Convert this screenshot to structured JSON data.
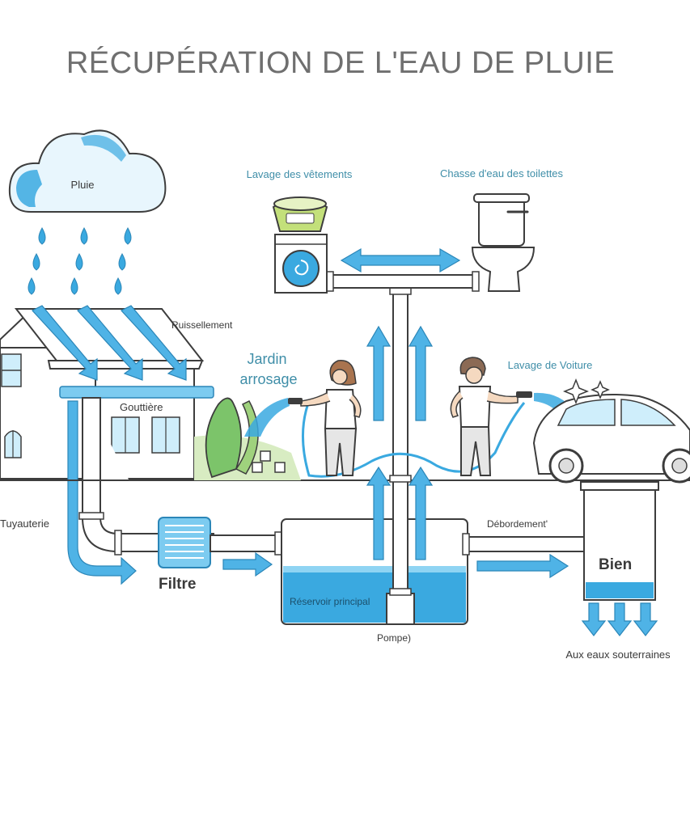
{
  "title": "RÉCUPÉRATION DE L'EAU DE PLUIE",
  "labels": {
    "pluie": "Pluie",
    "lavage_vetements": "Lavage des vêtements",
    "chasse_eau": "Chasse d'eau des toilettes",
    "ruissellement": "Ruissellement",
    "jardin_1": "Jardin",
    "jardin_2": "arrosage",
    "lavage_voiture": "Lavage de Voiture",
    "gouttiere": "Gouttière",
    "tuyauterie": "Tuyauterie",
    "filtre": "Filtre",
    "reservoir": "Réservoir principal",
    "pompe": "Pompe)",
    "debordement": "Débordement'",
    "bien": "Bien",
    "eaux_souterraines": "Aux eaux souterraines"
  },
  "colors": {
    "water": "#3aa9e0",
    "water_light": "#cfeefb",
    "line": "#3d3d3d",
    "accent_text": "#3f8ea8",
    "plant": "#7cc46a",
    "title": "#6f6f6f"
  },
  "icons": [
    "cloud-icon",
    "raindrop-icon",
    "house-icon",
    "washing-machine-icon",
    "toilet-icon",
    "plant-icon",
    "person-watering-icon",
    "person-washing-car-icon",
    "car-icon",
    "filter-icon",
    "pump-icon",
    "tank-icon",
    "well-icon"
  ]
}
